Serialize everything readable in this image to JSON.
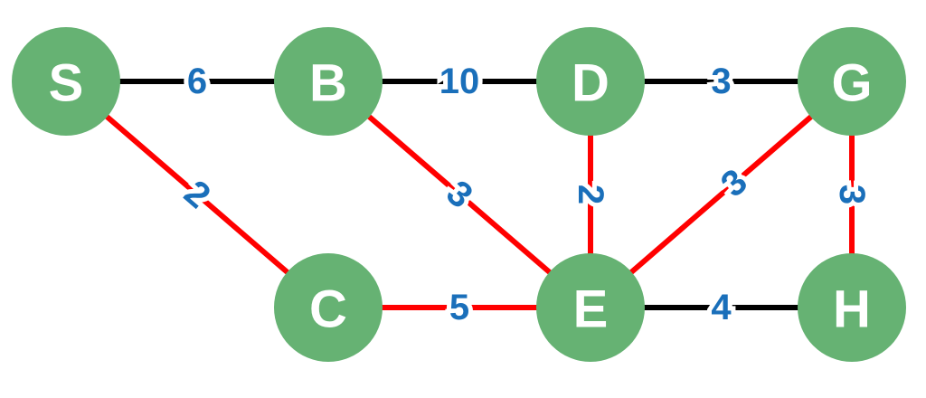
{
  "colors": {
    "node_fill": "#66b273",
    "node_text": "#ffffff",
    "edge_default": "#000000",
    "edge_highlight": "#ff0000",
    "weight_text": "#1a6fba",
    "background": "#ffffff"
  },
  "nodes": [
    {
      "id": "S",
      "label": "S"
    },
    {
      "id": "B",
      "label": "B"
    },
    {
      "id": "D",
      "label": "D"
    },
    {
      "id": "G",
      "label": "G"
    },
    {
      "id": "C",
      "label": "C"
    },
    {
      "id": "E",
      "label": "E"
    },
    {
      "id": "H",
      "label": "H"
    }
  ],
  "edges": [
    {
      "from": "S",
      "to": "B",
      "weight": "6",
      "highlighted": false
    },
    {
      "from": "B",
      "to": "D",
      "weight": "10",
      "highlighted": false
    },
    {
      "from": "D",
      "to": "G",
      "weight": "3",
      "highlighted": false
    },
    {
      "from": "S",
      "to": "C",
      "weight": "2",
      "highlighted": true
    },
    {
      "from": "B",
      "to": "E",
      "weight": "3",
      "highlighted": true
    },
    {
      "from": "D",
      "to": "E",
      "weight": "2",
      "highlighted": true
    },
    {
      "from": "G",
      "to": "E",
      "weight": "3",
      "highlighted": true
    },
    {
      "from": "G",
      "to": "H",
      "weight": "3",
      "highlighted": true
    },
    {
      "from": "C",
      "to": "E",
      "weight": "5",
      "highlighted": true
    },
    {
      "from": "E",
      "to": "H",
      "weight": "4",
      "highlighted": false
    }
  ]
}
